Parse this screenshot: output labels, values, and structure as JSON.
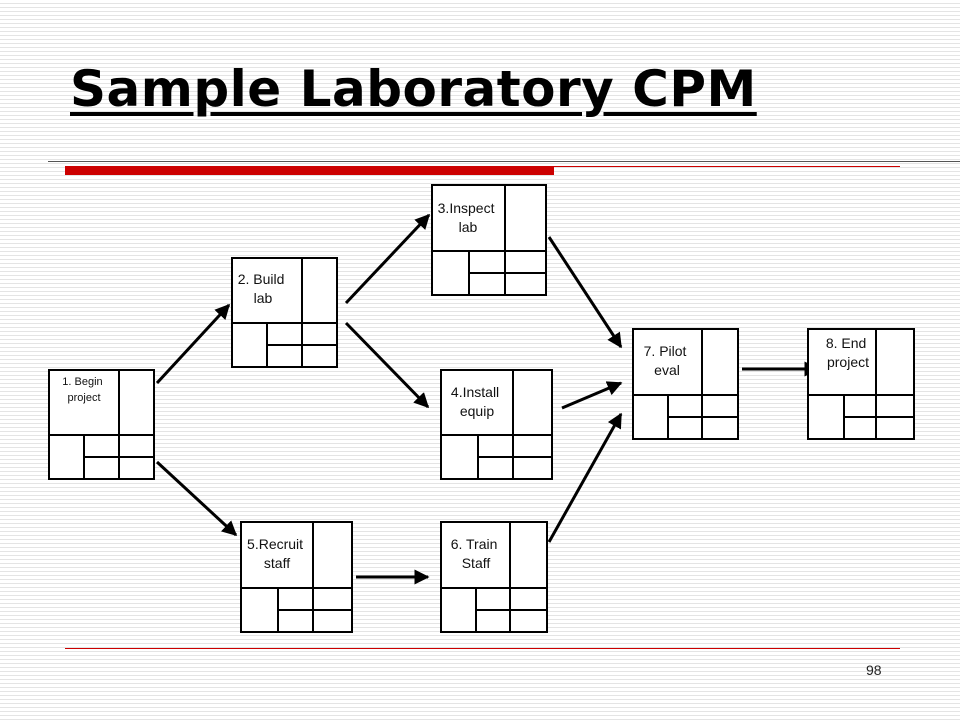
{
  "slide": {
    "title": "Sample Laboratory CPM",
    "page_number": "98"
  },
  "diagram": {
    "nodes": [
      {
        "id": "n1",
        "line1": "1. Begin",
        "line2": "project"
      },
      {
        "id": "n2",
        "line1": "2. Build",
        "line2": "lab"
      },
      {
        "id": "n3",
        "line1": "3.Inspect",
        "line2": "lab"
      },
      {
        "id": "n4",
        "line1": "4.Install",
        "line2": "equip"
      },
      {
        "id": "n5",
        "line1": "5.Recruit",
        "line2": "staff"
      },
      {
        "id": "n6",
        "line1": "6. Train",
        "line2": "Staff"
      },
      {
        "id": "n7",
        "line1": "7. Pilot",
        "line2": "eval"
      },
      {
        "id": "n8",
        "line1": "8. End",
        "line2": "project"
      }
    ],
    "edges": [
      {
        "from": "1. Begin project",
        "to": "2. Build lab"
      },
      {
        "from": "1. Begin project",
        "to": "5.Recruit staff"
      },
      {
        "from": "2. Build lab",
        "to": "3.Inspect lab"
      },
      {
        "from": "2. Build lab",
        "to": "4.Install equip"
      },
      {
        "from": "3.Inspect lab",
        "to": "7. Pilot eval"
      },
      {
        "from": "4.Install equip",
        "to": "7. Pilot eval"
      },
      {
        "from": "5.Recruit staff",
        "to": "6. Train Staff"
      },
      {
        "from": "6. Train Staff",
        "to": "7. Pilot eval"
      },
      {
        "from": "7. Pilot eval",
        "to": "8. End project"
      }
    ]
  }
}
